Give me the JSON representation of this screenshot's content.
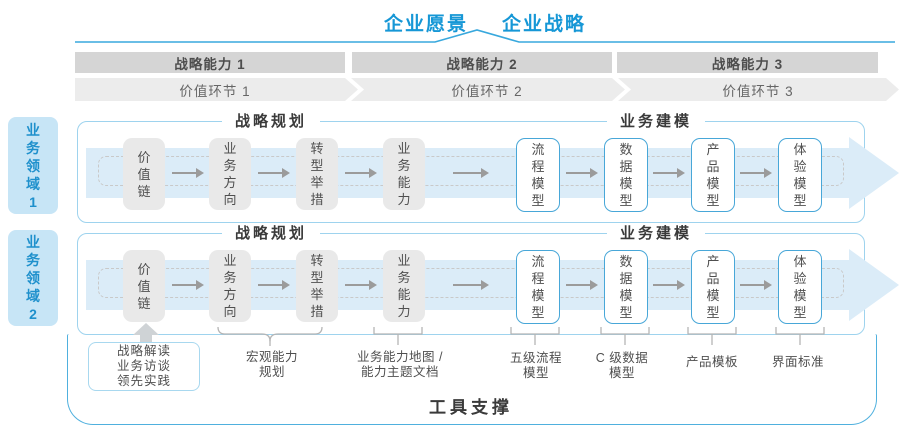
{
  "title": {
    "vision": "企业愿景",
    "strategy": "企业战略"
  },
  "capabilities": [
    "战略能力 1",
    "战略能力 2",
    "战略能力 3"
  ],
  "value_links": [
    "价值环节 1",
    "价值环节 2",
    "价值环节 3"
  ],
  "domains": [
    "业务领域 1",
    "业务领域 2"
  ],
  "row": {
    "planning_label": "战略规划",
    "modeling_label": "业务建模",
    "planning_boxes": [
      "价值链",
      "业务方向",
      "转型举措",
      "业务能力"
    ],
    "modeling_boxes": [
      "流程模型",
      "数据模型",
      "产品模型",
      "体验模型"
    ]
  },
  "annotations": {
    "callout_lines": [
      "战略解读",
      "业务访谈",
      "领先实践"
    ],
    "macro": [
      "宏观能力",
      "规划"
    ],
    "capability_map": [
      "业务能力地图 /",
      "能力主题文档"
    ],
    "process": [
      "五级流程",
      "模型"
    ],
    "data_model": [
      "C 级数据",
      "模型"
    ],
    "product": "产品模板",
    "ui_standard": "界面标准"
  },
  "footer": {
    "label": "工具支撑"
  },
  "colors": {
    "accent_blue": "#1697d6",
    "panel_border": "#9ed3ee",
    "node_border_blue": "#48a7d8",
    "flow_fill": "#dbecf8",
    "bar_gray": "#d5d5d5",
    "chevron_gray": "#ececec",
    "domain_fill": "#c7e5f6",
    "domain_text": "#1e90cc",
    "footer_border": "#4fb0de"
  }
}
